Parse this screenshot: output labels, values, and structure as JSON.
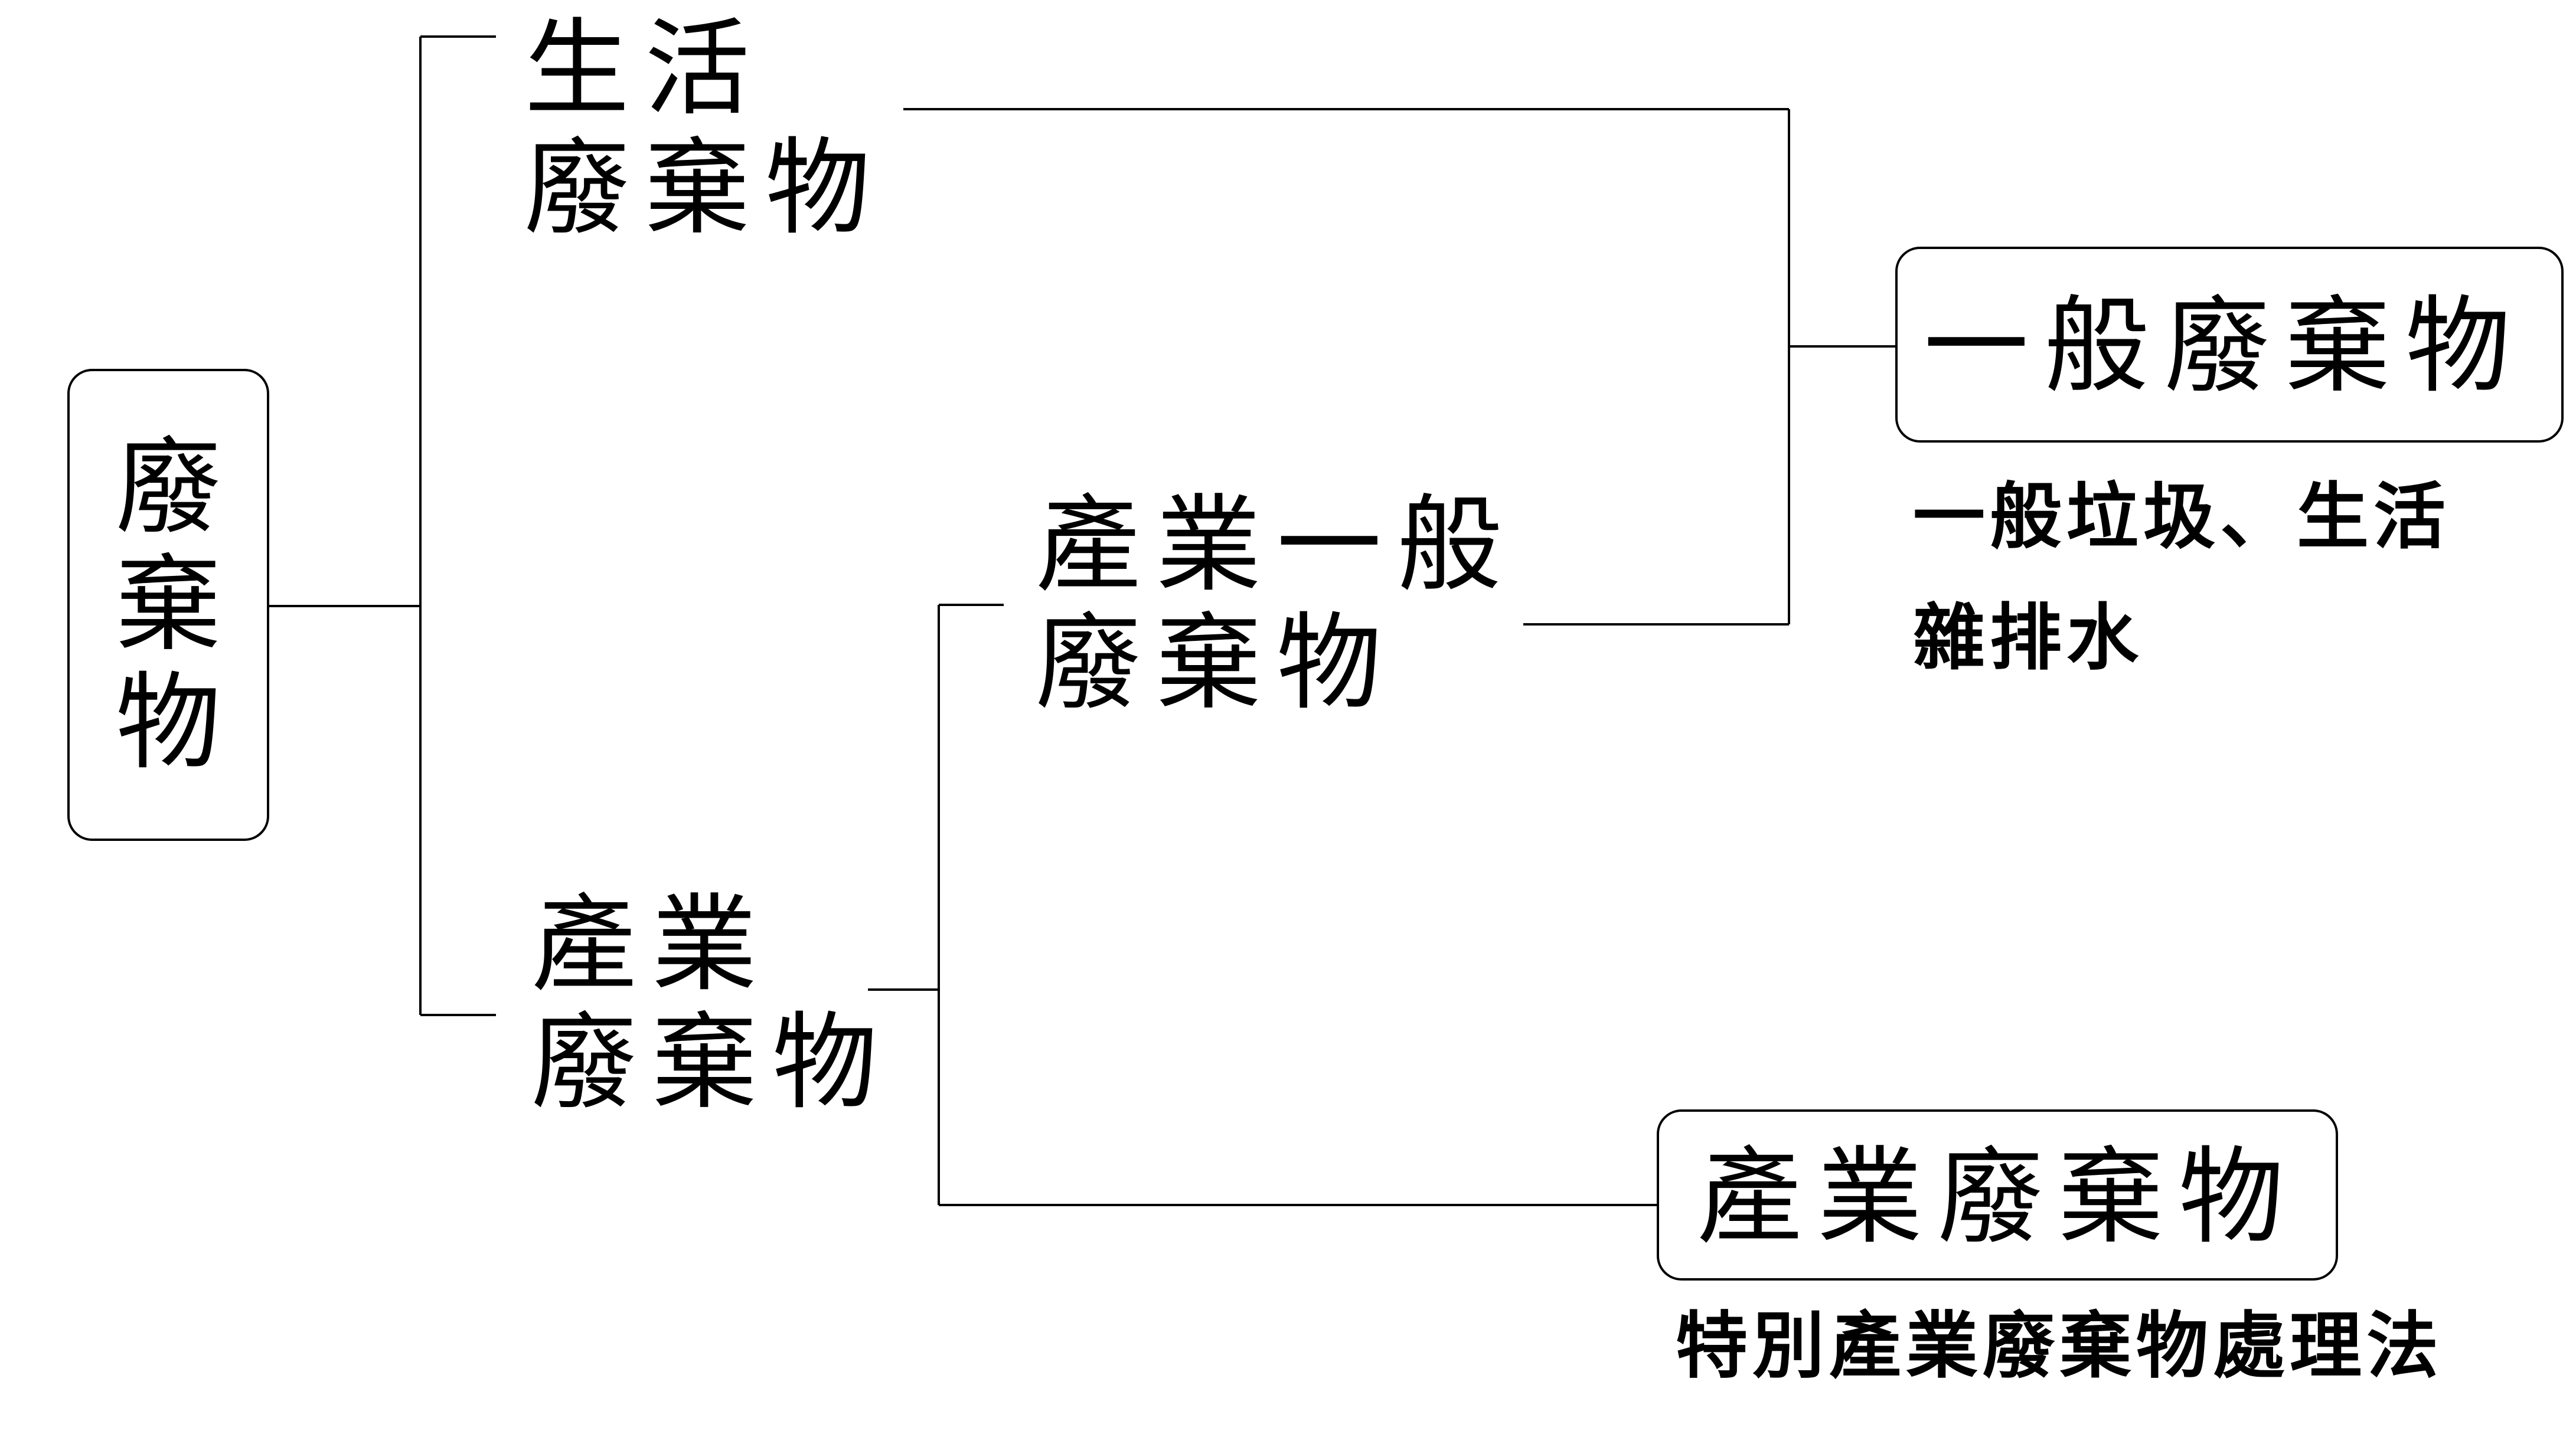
{
  "root": {
    "chars": [
      "廢",
      "棄",
      "物"
    ]
  },
  "branches": {
    "domestic": {
      "line1": "生活",
      "line2": "廢棄物"
    },
    "industrial": {
      "line1": "產業",
      "line2": "廢棄物"
    },
    "industrial_general": {
      "line1": "產業一般",
      "line2": "廢棄物"
    }
  },
  "outcomes": {
    "general_waste": {
      "title": "一般廢棄物",
      "note_line1": "一般垃圾、生活",
      "note_line2": "雜排水"
    },
    "industrial_waste": {
      "title": "產業廢棄物",
      "note": "特別產業廢棄物處理法"
    }
  }
}
